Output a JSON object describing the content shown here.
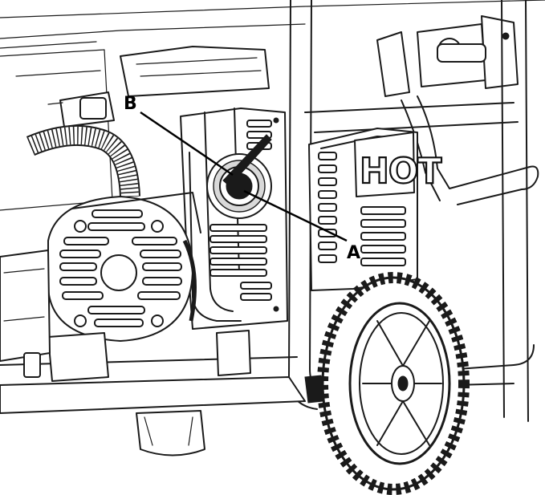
{
  "diagram": {
    "callouts": [
      {
        "id": "A",
        "label": "A"
      },
      {
        "id": "B",
        "label": "B"
      }
    ],
    "warning_label_text": "HOT"
  },
  "colors": {
    "line": "#1a1a1a",
    "background": "#ffffff",
    "shade": "#d9d9d9"
  }
}
